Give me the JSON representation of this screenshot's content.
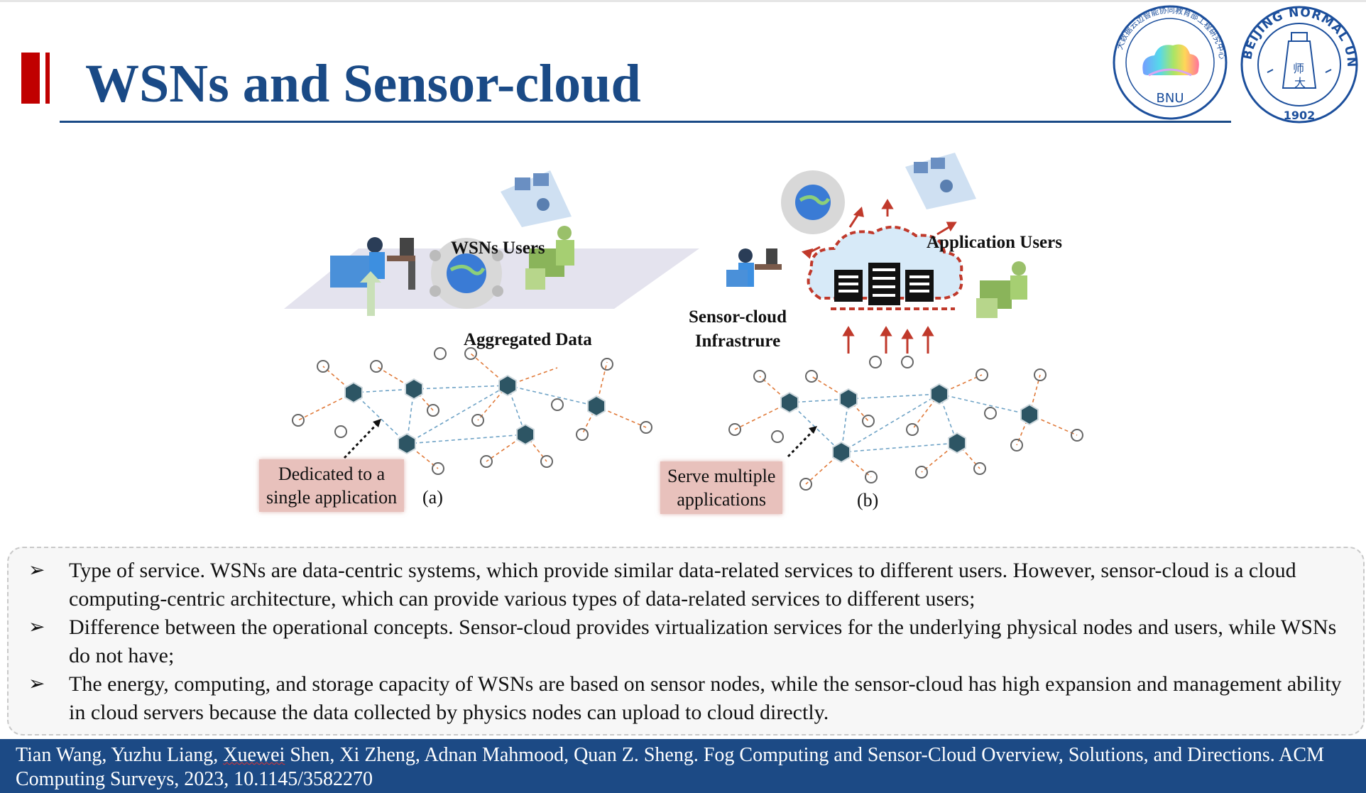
{
  "slide": {
    "title": "WSNs and Sensor-cloud"
  },
  "logos": {
    "left": {
      "caption": "BNU",
      "ring_text": "大数据云边智能协同教育部工程研究中心"
    },
    "right": {
      "ring_text": "BEIJING NORMAL UNIVERSITY",
      "year": "1902",
      "seal_chars": [
        "师",
        "大"
      ]
    }
  },
  "figure": {
    "wsn_users_label": "WSNs Users",
    "aggregated_label": "Aggregated Data",
    "callout_a": [
      "Dedicated to a",
      "single application"
    ],
    "caption_a": "(a)",
    "sensor_cloud_label": [
      "Sensor-cloud",
      "Infrastrure"
    ],
    "application_users_label": "Application Users",
    "callout_b": [
      "Serve multiple",
      "applications"
    ],
    "caption_b": "(b)",
    "colors": {
      "node": "#2d5564",
      "link_red": "#e07a3a",
      "link_blue": "#6fa3c6",
      "cloud_red": "#c0392b"
    }
  },
  "bullets": [
    "Type of service. WSNs are data-centric systems, which provide similar data-related services to different users. However, sensor-cloud is a cloud computing-centric architecture, which can provide various types of data-related services to different users;",
    "Difference between the operational concepts. Sensor-cloud provides virtualization services for the underlying physical nodes and users, while WSNs do not have;",
    "The energy, computing, and storage capacity of WSNs are based on sensor nodes, while the sensor-cloud has high expansion and management ability in cloud servers because the data collected by physics nodes can upload to cloud directly."
  ],
  "bullet_symbol": "➢",
  "citation": {
    "authors_before": "Tian Wang, Yuzhu Liang, ",
    "marked_author": "Xuewei",
    "authors_after": " Shen, Xi Zheng, Adnan Mahmood, Quan Z. Sheng. Fog Computing and Sensor-Cloud Overview, Solutions, and Directions. ACM Computing Surveys, 2023, 10.1145/3582270"
  }
}
